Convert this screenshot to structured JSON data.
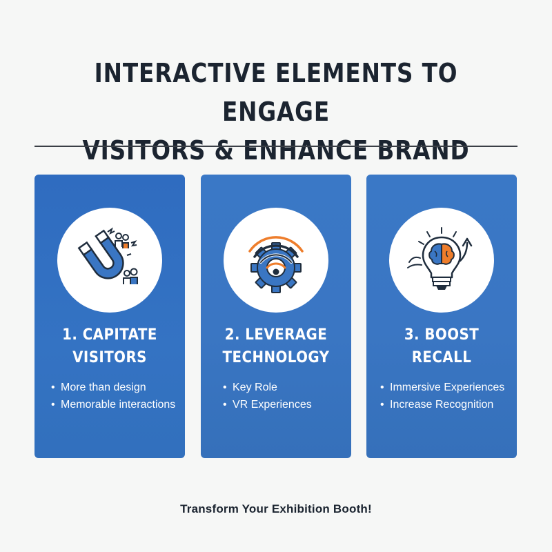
{
  "header": {
    "title_line1": "INTERACTIVE ELEMENTS TO ENGAGE",
    "title_line2": "VISITORS & ENHANCE BRAND RECALL"
  },
  "cards": [
    {
      "icon": "magnet-people-icon",
      "title_line1": "1. CAPITATE",
      "title_line2": "VISITORS",
      "bullets": [
        "More than design",
        "Memorable interactions"
      ]
    },
    {
      "icon": "gear-wifi-icon",
      "title_line1": "2. LEVERAGE",
      "title_line2": "TECHNOLOGY",
      "bullets": [
        "Key Role",
        "VR Experiences"
      ]
    },
    {
      "icon": "lightbulb-brain-icon",
      "title_line1": "3. BOOST",
      "title_line2": "RECALL",
      "bullets": [
        "Immersive Experiences",
        "Increase Recognition"
      ]
    }
  ],
  "footer": {
    "tagline": "Transform Your Exhibition Booth!"
  },
  "colors": {
    "card_blue": "#3a76c3",
    "accent_orange": "#ee7d2b",
    "icon_navy": "#1f2d3d",
    "background": "#f6f7f6"
  }
}
